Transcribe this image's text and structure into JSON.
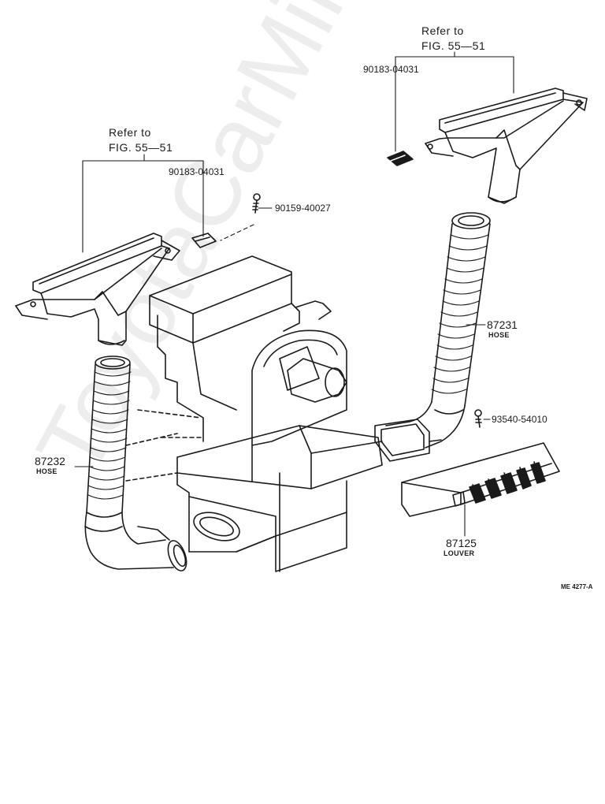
{
  "labels": {
    "ref_left_line1": "Refer to",
    "ref_left_line2": "FIG. 55—51",
    "ref_right_line1": "Refer to",
    "ref_right_line2": "FIG. 55—51",
    "clip_left": "90183-04031",
    "clip_right": "90183-04031",
    "screw_upper": "90159-40027",
    "screw_lower": "93540-54010",
    "hose_left_no": "87232",
    "hose_left_name": "HOSE",
    "hose_right_no": "87231",
    "hose_right_name": "HOSE",
    "louver_no": "87125",
    "louver_name": "LOUVER",
    "figure_code": "ME 4277-A"
  },
  "watermark": "ToyotaCarMine.ru",
  "colors": {
    "ink": "#1a1a1a",
    "background": "#ffffff"
  }
}
